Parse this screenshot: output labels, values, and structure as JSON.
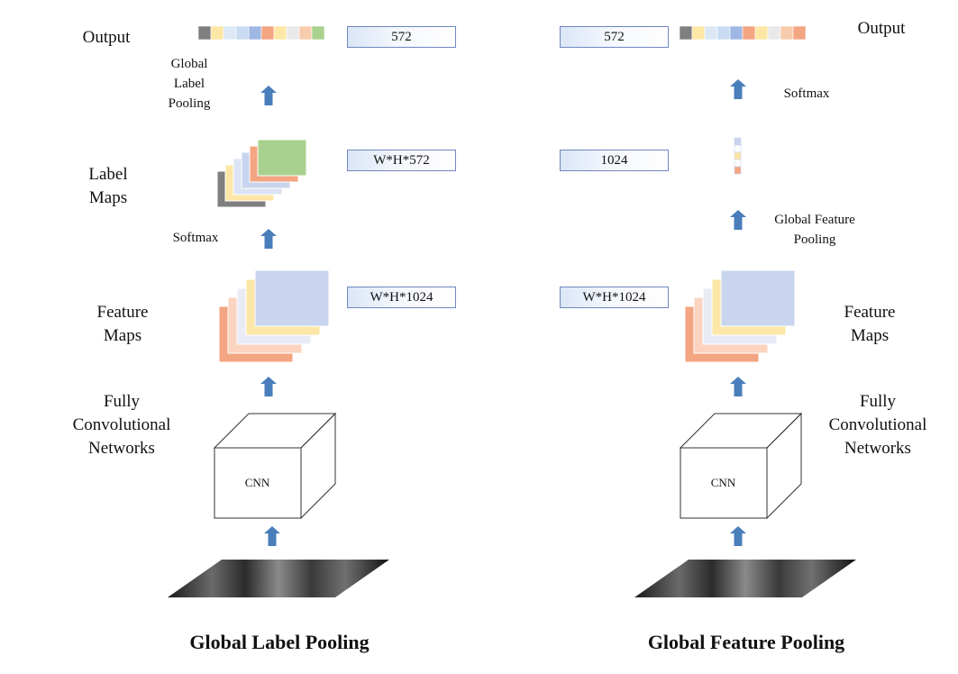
{
  "left": {
    "title": "Global Label Pooling",
    "output_label": "Output",
    "pooling_label_lines": [
      "Global",
      "Label",
      "Pooling"
    ],
    "label_maps_lines": [
      "Label",
      "Maps"
    ],
    "softmax_label": "Softmax",
    "feature_maps_lines": [
      "Feature",
      "Maps"
    ],
    "fcn_lines": [
      "Fully",
      "Convolutional",
      "Networks"
    ],
    "cnn_label": "CNN",
    "dims": {
      "output": "572",
      "label_maps": "W*H*572",
      "feature_maps": "W*H*1024"
    },
    "output_vector_colors": [
      "#7f7f7f",
      "#fde7a6",
      "#dde8f5",
      "#c8dbf3",
      "#9fb8e3",
      "#f4a582",
      "#fde7a6",
      "#e9e9e9",
      "#f8cbad",
      "#a9d18e"
    ],
    "label_map_colors": [
      "#7f7f7f",
      "#fde7a6",
      "#dbe3f4",
      "#c9d4ee",
      "#f4a582",
      "#a9d18e"
    ]
  },
  "right": {
    "title": "Global Feature Pooling",
    "output_label": "Output",
    "softmax_label": "Softmax",
    "pooling_label_lines": [
      "Global Feature",
      "Pooling"
    ],
    "feature_maps_lines": [
      "Feature",
      "Maps"
    ],
    "fcn_lines": [
      "Fully",
      "Convolutional",
      "Networks"
    ],
    "cnn_label": "CNN",
    "dims": {
      "output": "572",
      "feature_vector": "1024",
      "feature_maps": "W*H*1024"
    },
    "output_vector_colors": [
      "#7f7f7f",
      "#fde7a6",
      "#dde8f5",
      "#c8dbf3",
      "#9fb8e3",
      "#f4a582",
      "#fde7a6",
      "#e9e9e9",
      "#f8cbad",
      "#f4a582"
    ],
    "feature_vector_colors": [
      "#c9d4ee",
      "#ffffff",
      "#fde7a6",
      "#ffffff",
      "#f4a582"
    ]
  },
  "feature_map_colors": [
    "#f4a582",
    "#fbd3bf",
    "#e9ecf5",
    "#fde7a6",
    "#c9d4ee"
  ],
  "arrow_color": "#4a7ebb"
}
